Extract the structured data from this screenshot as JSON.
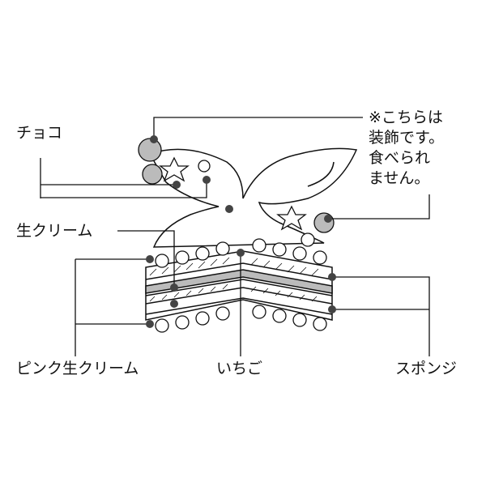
{
  "labels": {
    "choco": "チョコ",
    "cream": "生クリーム",
    "pink_cream": "ピンク生クリーム",
    "strawberry": "いちご",
    "sponge": "スポンジ",
    "note_lines": [
      "※こちらは",
      "装飾です。",
      "食べられ",
      "ません。"
    ]
  },
  "colors": {
    "line": "#111111",
    "dot": "#444444",
    "gray": "#bbbbbb"
  }
}
